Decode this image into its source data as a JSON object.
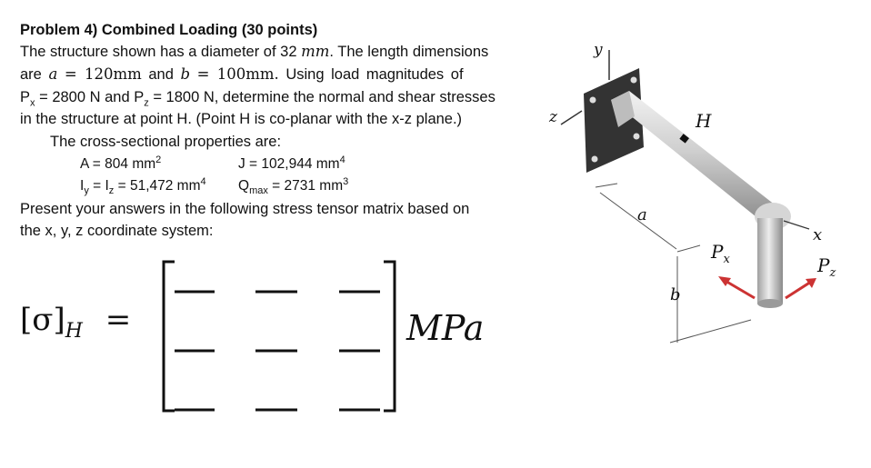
{
  "problem": {
    "title": "Problem 4) Combined Loading (30 points)",
    "line1_pre": "The structure shown has a diameter of 32",
    "line1_unit": "mm",
    "line1_post": ". The length dimensions",
    "line2_a": "are",
    "line2_a_sym": "a",
    "line2_a_val": "= 120mm",
    "line2_and": "and",
    "line2_b_sym": "b",
    "line2_b_val": "= 100mm.",
    "line2_post": "Using load magnitudes of",
    "line3": "Pₓ = 2800 N and P_z = 1800 N, determine the normal and shear stresses",
    "line3_px": "P",
    "line3_px_sub": "x",
    "line3_mid": " = 2800 N and P",
    "line3_pz_sub": "z",
    "line3_post": " = 1800 N, determine the normal and shear stresses",
    "line4": "in the structure at point H.  (Point H is co-planar with the x-z plane.)",
    "props_heading": "The cross-sectional properties are:",
    "prop_A": "A = 804 mm",
    "prop_A_sup": "2",
    "prop_J": "J = 102,944 mm",
    "prop_J_sup": "4",
    "prop_I_pre": "I",
    "prop_I_sub1": "y",
    "prop_I_mid": " = I",
    "prop_I_sub2": "z",
    "prop_I_post": " = 51,472 mm",
    "prop_I_sup": "4",
    "prop_Q_pre": "Q",
    "prop_Q_sub": "max",
    "prop_Q_post": " = 2731 mm",
    "prop_Q_sup": "3",
    "answer_line1": "Present your answers in the following stress tensor matrix based on",
    "answer_line2": "the x, y, z coordinate system:"
  },
  "matrix": {
    "lhs": "[σ]",
    "lhs_sub": "H",
    "equals": "=",
    "units": "MPa"
  },
  "figure": {
    "label_y": "y",
    "label_z": "z",
    "label_x": "x",
    "label_H": "H",
    "label_a": "a",
    "label_b": "b",
    "label_Px": "P",
    "label_Px_sub": "x",
    "label_Pz": "P",
    "label_Pz_sub": "z"
  }
}
